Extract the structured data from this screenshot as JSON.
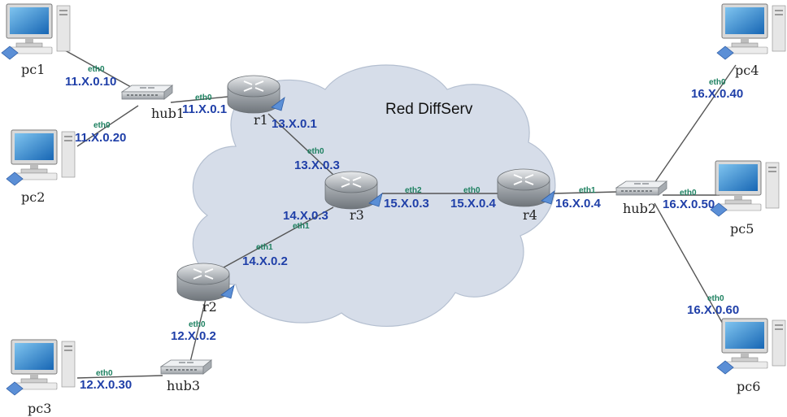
{
  "cloud": {
    "label": "Red DiffServ"
  },
  "nodes": {
    "pc1": "pc1",
    "pc2": "pc2",
    "pc3": "pc3",
    "pc4": "pc4",
    "pc5": "pc5",
    "pc6": "pc6",
    "hub1": "hub1",
    "hub2": "hub2",
    "hub3": "hub3",
    "r1": "r1",
    "r2": "r2",
    "r3": "r3",
    "r4": "r4"
  },
  "interfaces": {
    "pc1_eth0": "eth0",
    "pc2_eth0": "eth0",
    "r1_eth0": "eth0",
    "r1_r3_eth0": "eth0",
    "r3_eth1": "eth1",
    "r2_eth1": "eth1",
    "r2_eth0": "eth0",
    "r3_eth2": "eth2",
    "r4_eth0": "eth0",
    "r4_eth1": "eth1",
    "pc4_eth0": "eth0",
    "pc5_eth0": "eth0",
    "pc6_eth0": "eth0",
    "pc3_eth0": "eth0"
  },
  "addresses": {
    "pc1": "11.X.0.10",
    "pc2": "11.X.0.20",
    "r1_lan": "11.X.0.1",
    "r1_core": "13.X.0.1",
    "r3_r1": "13.X.0.3",
    "r3_r2": "14.X.0.3",
    "r2_core": "14.X.0.2",
    "r2_lan": "12.X.0.2",
    "pc3": "12.X.0.30",
    "r3_r4": "15.X.0.3",
    "r4_r3": "15.X.0.4",
    "r4_lan": "16.X.0.4",
    "pc4": "16.X.0.40",
    "pc5": "16.X.0.50",
    "pc6": "16.X.0.60"
  },
  "colors": {
    "ip": "#1f3fa8",
    "iface": "#1d8060",
    "cloud": "#d6dde9",
    "router": "#9aa0a6"
  }
}
